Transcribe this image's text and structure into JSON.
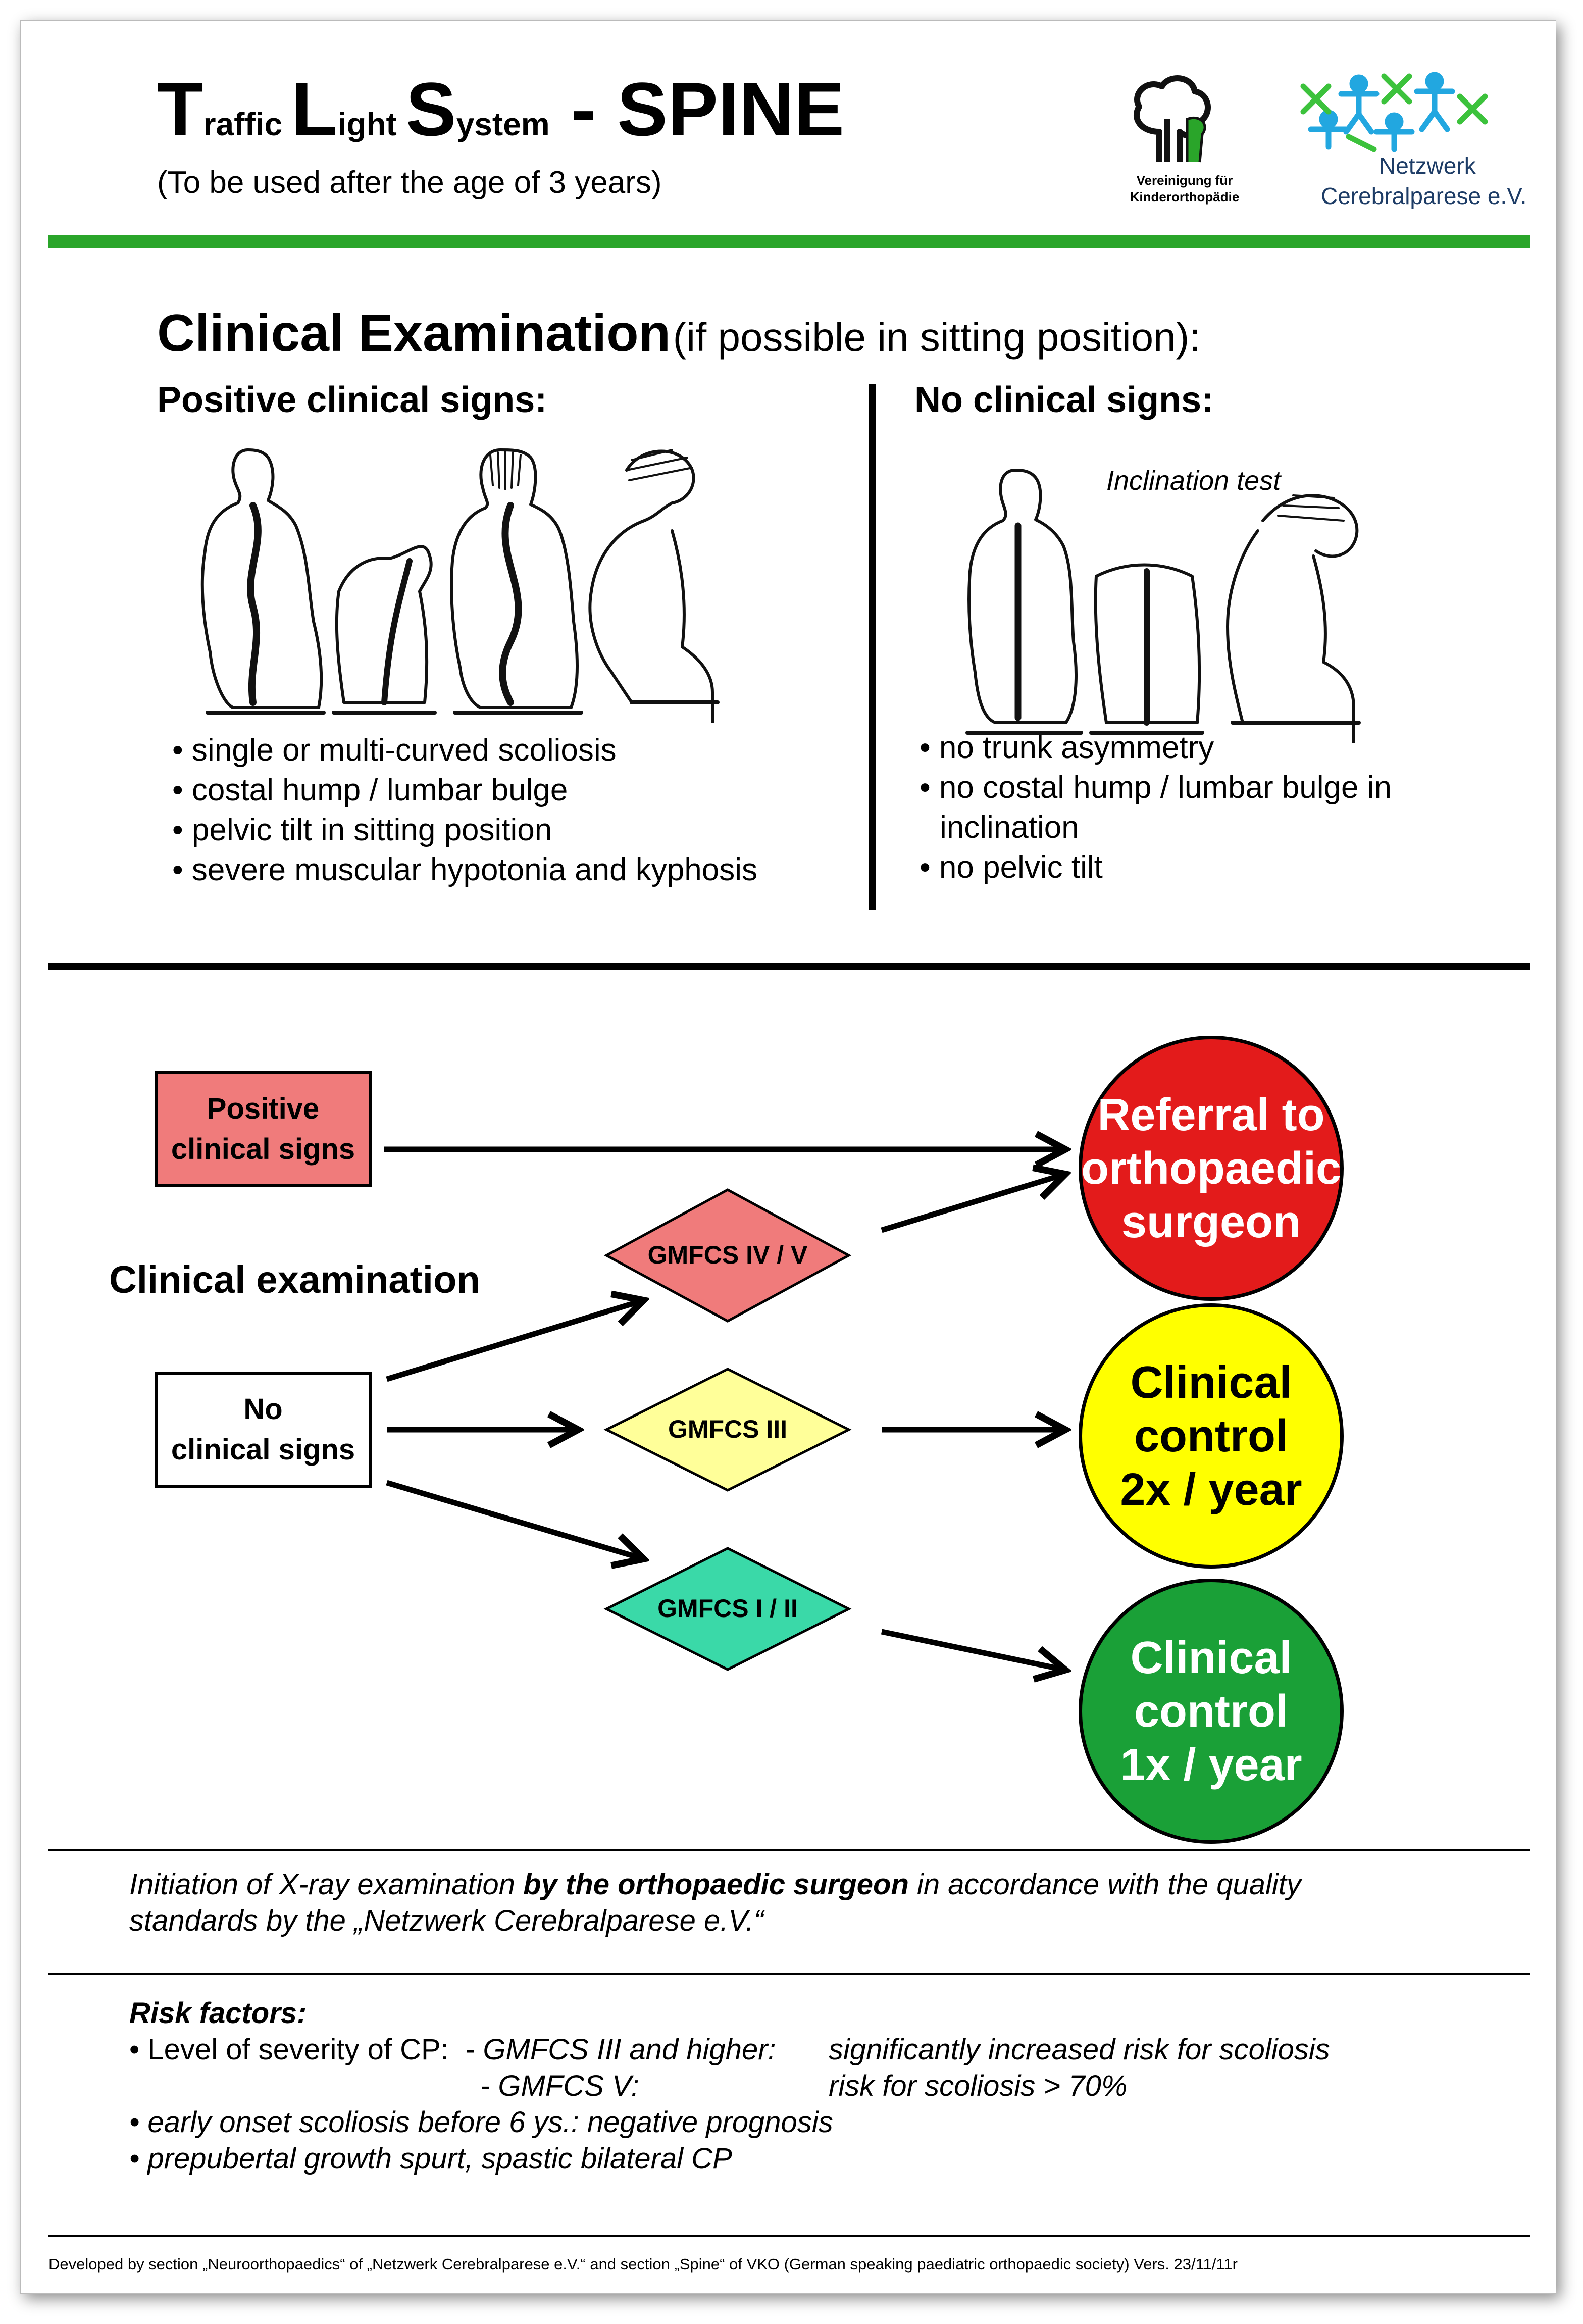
{
  "header": {
    "title_parts": {
      "t1": "T",
      "t2": "raffic ",
      "l1": "L",
      "l2": "ight ",
      "s1": "S",
      "s2": "ystem",
      "dash": " - SPINE"
    },
    "subtitle": "(To be used after the age of 3 years)",
    "logo1_line1": "Vereinigung für",
    "logo1_line2": "Kinderorthopädie",
    "logo2_line1": "Netzwerk",
    "logo2_line2": "Cerebralparese e.V."
  },
  "exam": {
    "title": "Clinical Examination",
    "title_note": "(if possible in sitting position):",
    "positive": {
      "heading": "Positive clinical signs:",
      "bullets": [
        "• single or multi-curved scoliosis",
        "• costal hump / lumbar bulge",
        "• pelvic tilt in sitting position",
        "• severe muscular hypotonia and kyphosis"
      ]
    },
    "negative": {
      "heading": "No clinical signs:",
      "inclination_label": "Inclination test",
      "bullets": [
        "• no trunk asymmetry",
        "• no costal hump / lumbar bulge in",
        "  inclination",
        "• no pelvic tilt"
      ]
    }
  },
  "flow": {
    "clinical_examination": "Clinical examination",
    "box_positive_l1": "Positive",
    "box_positive_l2": "clinical signs",
    "box_none_l1": "No",
    "box_none_l2": "clinical signs",
    "diamond_high": "GMFCS IV / V",
    "diamond_mid": "GMFCS III",
    "diamond_low": "GMFCS I / II",
    "circle_red_l1": "Referral to",
    "circle_red_l2": "orthopaedic",
    "circle_red_l3": "surgeon",
    "circle_yellow_l1": "Clinical",
    "circle_yellow_l2": "control",
    "circle_yellow_l3": "2x / year",
    "circle_green_l1": "Clinical",
    "circle_green_l2": "control",
    "circle_green_l3": "1x / year",
    "colors": {
      "red": "#e31b1b",
      "yellow": "#ffff00",
      "green": "#1aa037",
      "box_pink": "#f07b7b",
      "diamond_pink": "#f07b7b",
      "diamond_yellow": "#ffff99",
      "diamond_teal": "#3ad9a8"
    }
  },
  "xray_note": {
    "part1": "Initiation of X-ray examination ",
    "bold": "by the orthopaedic surgeon",
    "part2": " in accordance with the quality",
    "line2": "standards by the „Netzwerk Cerebralparese e.V.“"
  },
  "risk": {
    "heading": "Risk factors:",
    "level_label": "• Level of severity of CP:",
    "g3_label": "- GMFCS III and higher:",
    "g3_text": "significantly increased risk for scoliosis",
    "g5_label": "- GMFCS V:",
    "g5_text": "risk for scoliosis > 70%",
    "item2": "• early onset scoliosis before 6 ys.: negative prognosis",
    "item3": "• prepubertal growth spurt, spastic bilateral CP"
  },
  "footer": "Developed by section „Neuroorthopaedics“ of „Netzwerk Cerebralparese e.V.“ and section „Spine“ of  VKO (German speaking paediatric orthopaedic society) Vers. 23/11/11r"
}
